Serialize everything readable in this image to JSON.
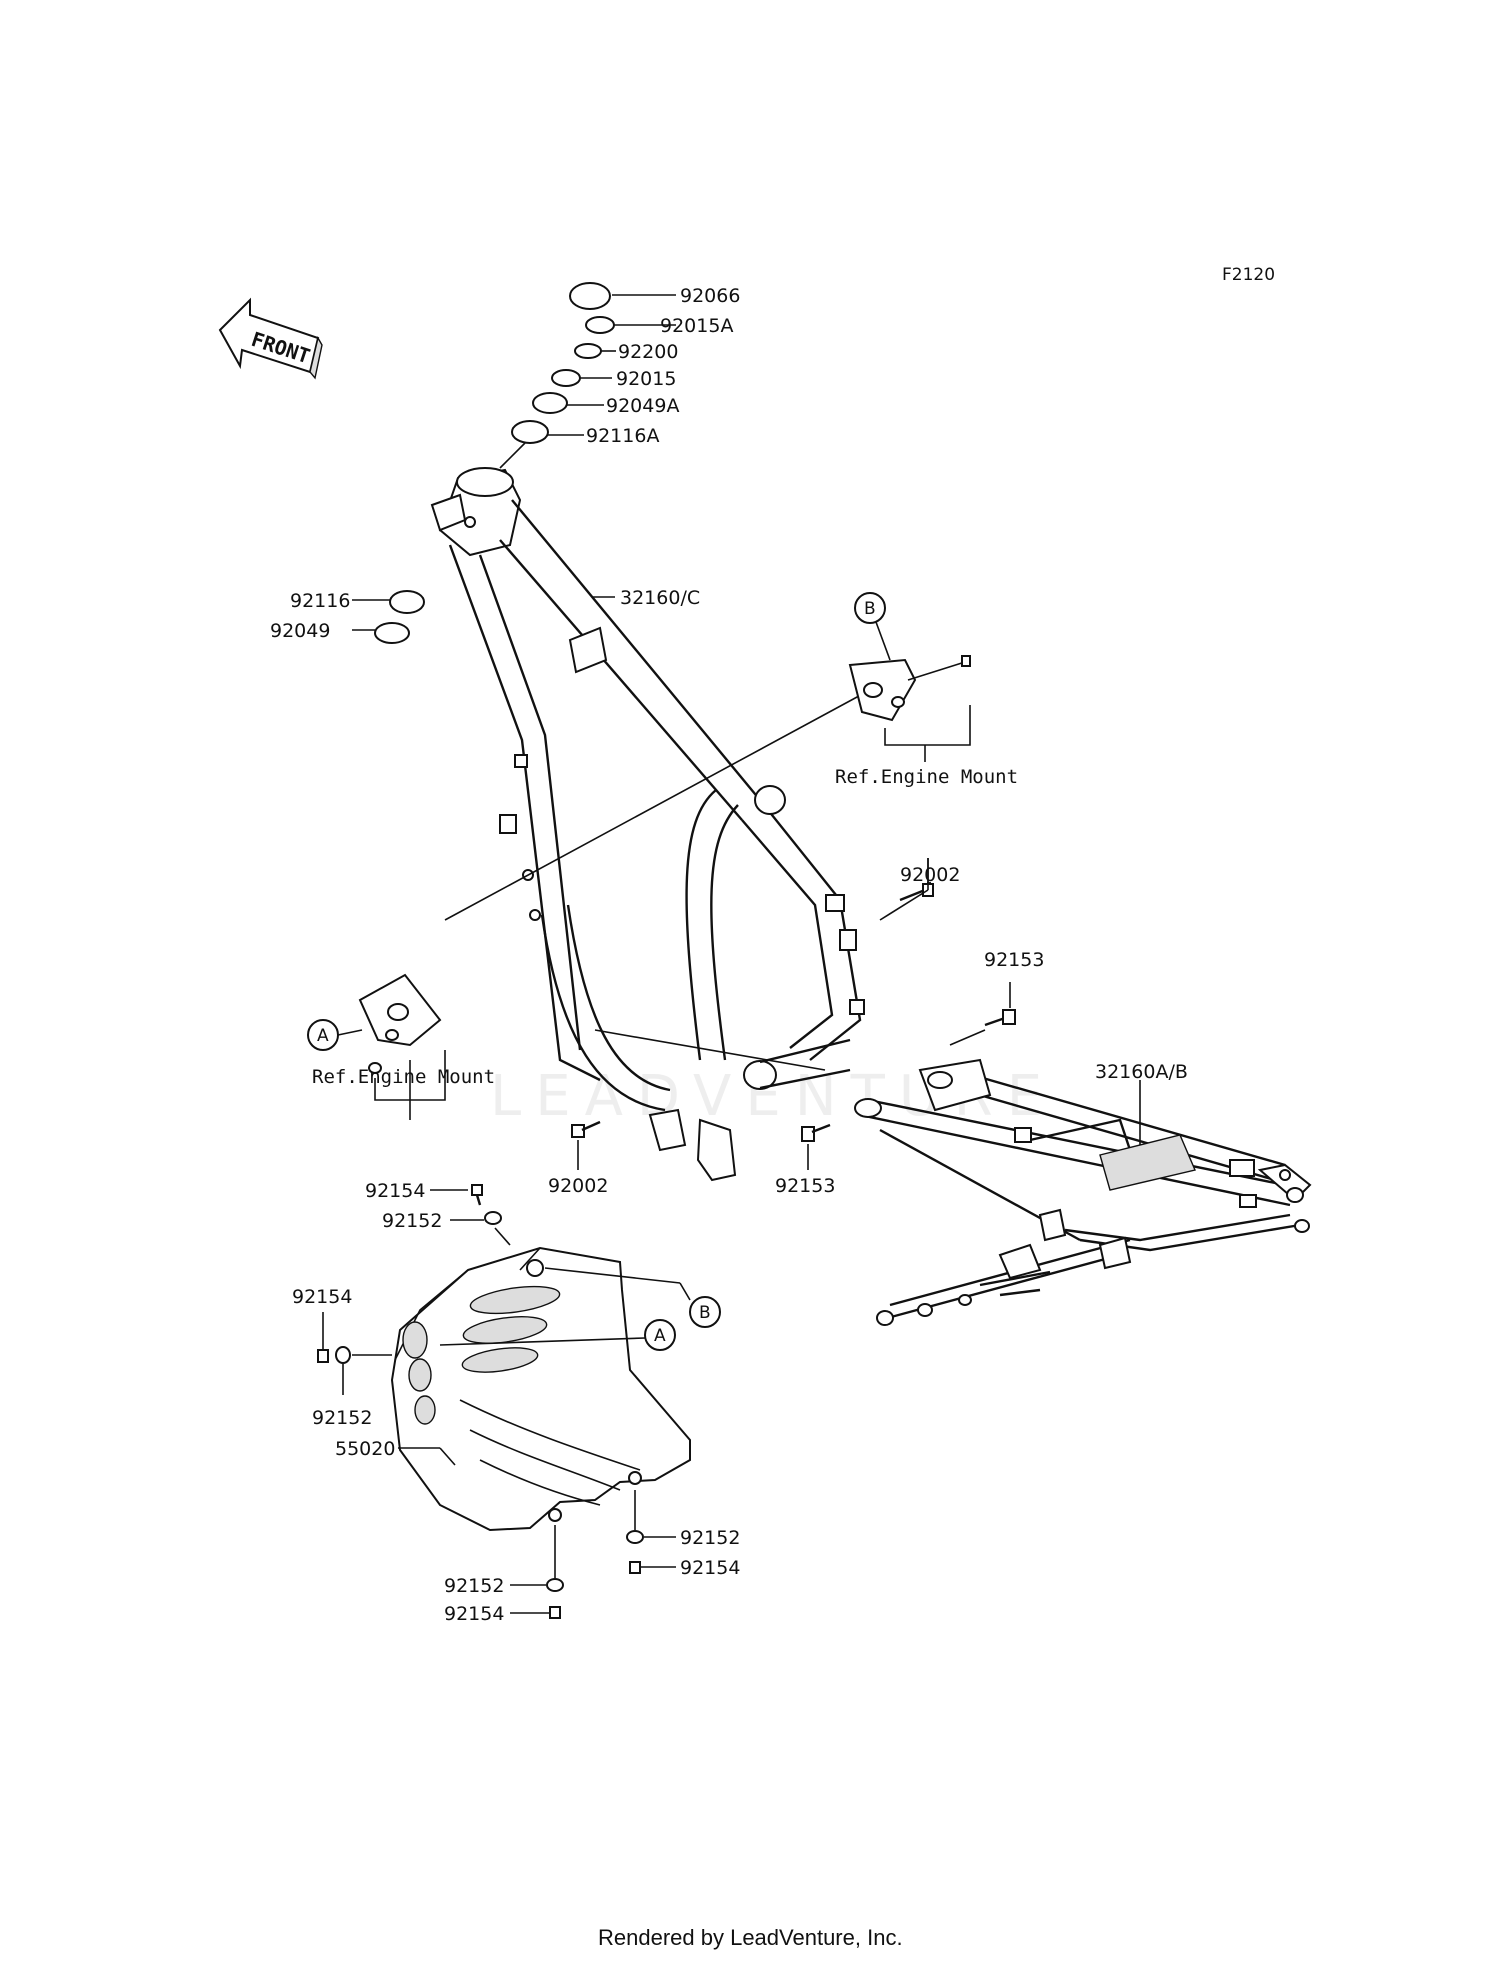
{
  "figure_code": "F2120",
  "front_label": "FRONT",
  "watermark": "LEADVENTURE",
  "footer": "Rendered by LeadVenture, Inc.",
  "callouts": {
    "a": "A",
    "b": "B"
  },
  "refs": {
    "engine_mount_upper": "Ref.Engine Mount",
    "engine_mount_lower": "Ref.Engine Mount"
  },
  "parts": {
    "p92066": "92066",
    "p92015A": "92015A",
    "p92200": "92200",
    "p92015": "92015",
    "p92049A": "92049A",
    "p92116A": "92116A",
    "p92116": "92116",
    "p92049": "92049",
    "p32160C": "32160/C",
    "p92002_upper": "92002",
    "p92153_upper": "92153",
    "p32160AB": "32160A/B",
    "p92002_lower": "92002",
    "p92153_lower": "92153",
    "p92154_a": "92154",
    "p92152_a": "92152",
    "p92154_b": "92154",
    "p92152_b": "92152",
    "p55020": "55020",
    "p92152_c": "92152",
    "p92154_c": "92154",
    "p92152_d": "92152",
    "p92154_d": "92154"
  }
}
